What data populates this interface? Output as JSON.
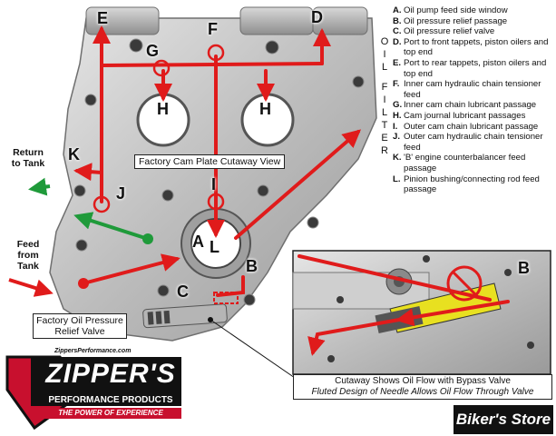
{
  "title_label": "Factory Cam Plate Cutaway View",
  "oil_filter_label": "OIL FILTER",
  "side_labels": {
    "return_to_tank": "Return to Tank",
    "feed_from_tank": "Feed from Tank"
  },
  "relief_valve_label": "Factory Oil Pressure Relief Valve",
  "inset_caption": {
    "line1": "Cutaway Shows Oil Flow with Bypass Valve",
    "line2": "Fluted Design of Needle Allows Oil Flow Through Valve"
  },
  "callouts": {
    "A": "A",
    "B": "B",
    "C": "C",
    "D": "D",
    "E": "E",
    "F": "F",
    "G": "G",
    "H1": "H",
    "H2": "H",
    "I": "I",
    "J": "J",
    "K": "K",
    "L": "L",
    "B_inset": "B"
  },
  "legend": [
    {
      "key": "A.",
      "text": "Oil pump feed side window"
    },
    {
      "key": "B.",
      "text": "Oil pressure relief passage"
    },
    {
      "key": "C.",
      "text": "Oil pressure relief valve"
    },
    {
      "key": "D.",
      "text": "Port to front tappets, piston oilers and top end"
    },
    {
      "key": "E.",
      "text": "Port to rear tappets, piston oilers and top end"
    },
    {
      "key": "F.",
      "text": "Inner cam hydraulic chain tensioner feed"
    },
    {
      "key": "G.",
      "text": "Inner cam chain lubricant passage"
    },
    {
      "key": "H.",
      "text": "Cam journal lubricant passages"
    },
    {
      "key": "I.",
      "text": "Outer cam chain lubricant passage"
    },
    {
      "key": "J.",
      "text": "Outer cam hydraulic chain tensioner feed"
    },
    {
      "key": "K.",
      "text": "'B' engine counterbalancer feed passage"
    },
    {
      "key": "L.",
      "text": "Pinion bushing/connecting rod feed passage"
    }
  ],
  "brand": {
    "url": "ZippersPerformance.com",
    "name": "ZIPPER'S",
    "sub": "PERFORMANCE PRODUCTS",
    "tagline": "THE POWER OF EXPERIENCE"
  },
  "store": "Biker's Store",
  "colors": {
    "oil_flow": "#e01b1b",
    "return_flow": "#1f9a3a",
    "metal": "#c9c9c9",
    "bypass": "#e8e020"
  }
}
